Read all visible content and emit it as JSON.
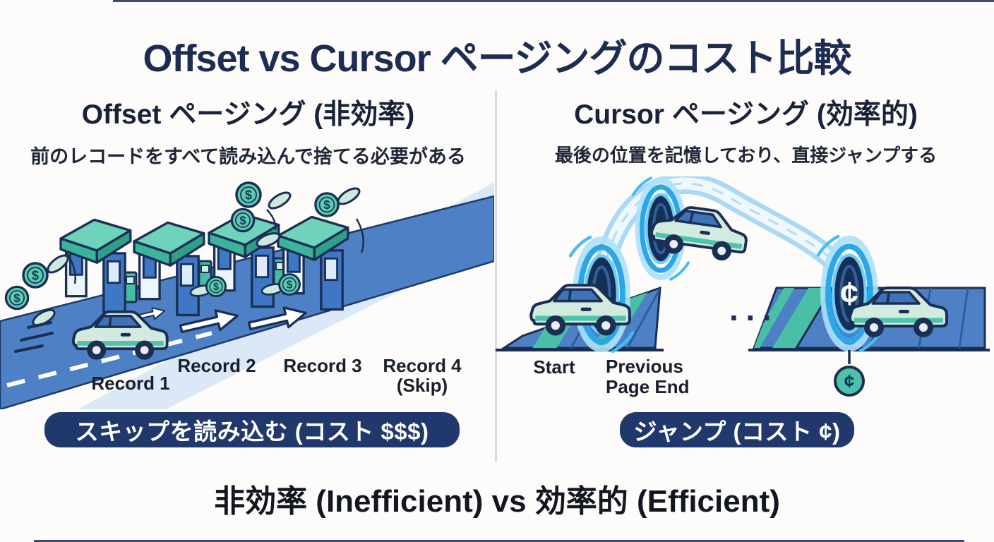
{
  "title": "Offset vs Cursor ページングのコスト比較",
  "left": {
    "heading": "Offset ページング (非効率)",
    "subtitle": "前のレコードをすべて読み込んで捨てる必要がある",
    "records": [
      "Record 1",
      "Record 2",
      "Record 3",
      "Record 4"
    ],
    "skip_note": "(Skip)",
    "badge": "スキップを読み込む (コスト $$$)"
  },
  "right": {
    "heading": "Cursor ページング (効率的)",
    "subtitle": "最後の位置を記憶しており、直接ジャンプする",
    "start_label": "Start",
    "prev_lines": [
      "Previous",
      "Page End"
    ],
    "gap_dots": "···",
    "badge": "ジャンプ (コスト ¢)"
  },
  "symbols": {
    "dollar": "$",
    "cent": "¢"
  },
  "footer": "非効率 (Inefficient) vs 効率的 (Efficient)",
  "colors": {
    "title_navy": "#1d2c52",
    "heading_dark": "#182238",
    "label_dark": "#1a1f2c",
    "footer_dark": "#12161f",
    "badge_bg": "#20386b",
    "badge_text": "#ffffff",
    "divider_gray": "#d7dde7",
    "road_blue": "#4d80c4",
    "teal": "#45bda6",
    "car_mint": "#d3eade",
    "outline_navy": "#1b2f55",
    "portal_glow": "#2ba7e9"
  }
}
